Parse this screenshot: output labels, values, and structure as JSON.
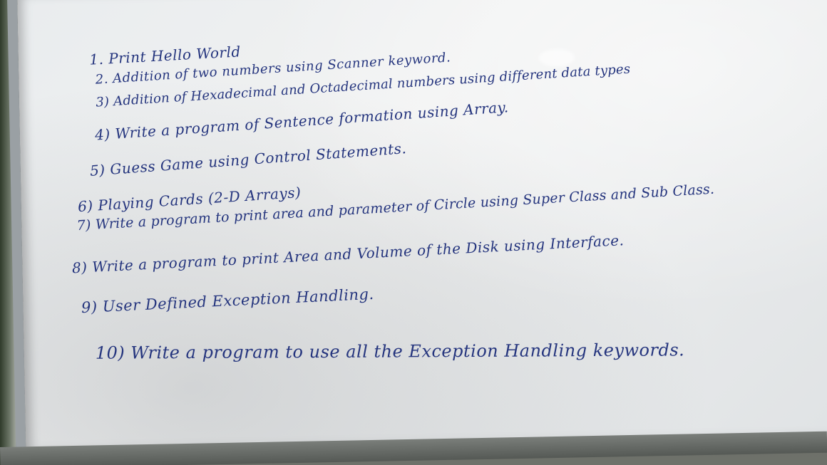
{
  "whiteboard": {
    "items": [
      "1. Print Hello World",
      "2. Addition of two numbers using Scanner keyword.",
      "3) Addition of Hexadecimal and Octadecimal numbers using different data types",
      "4) Write a program of Sentence formation using Array.",
      "5) Guess Game using Control Statements.",
      "6) Playing Cards (2-D Arrays)",
      "7) Write a program to print area and parameter of Circle using Super Class and Sub Class.",
      "8) Write a program to print Area and Volume of the Disk using Interface.",
      "9) User Defined Exception Handling.",
      "10) Write a program to use all the Exception Handling keywords."
    ]
  },
  "colors": {
    "ink": "#25357e",
    "board": "#eceef0"
  }
}
